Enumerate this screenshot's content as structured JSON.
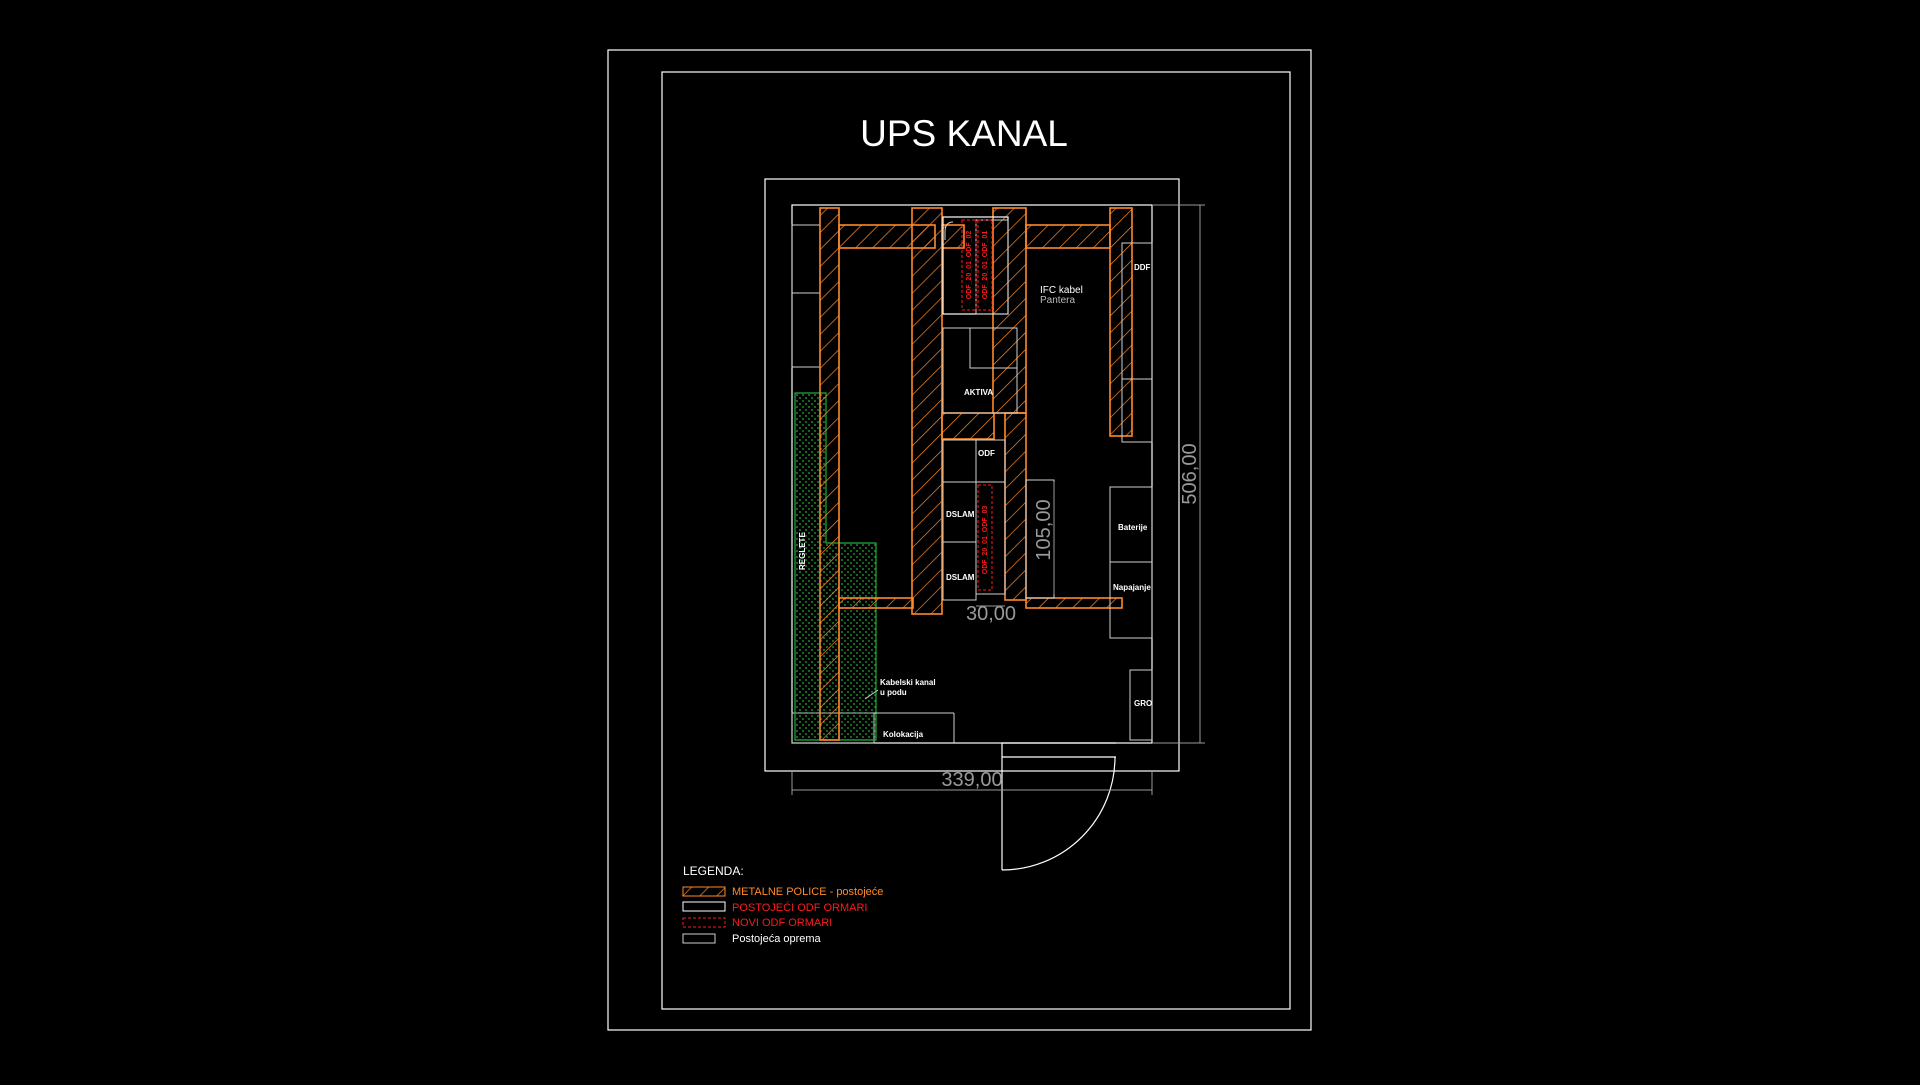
{
  "drawing": {
    "title": "UPS KANAL",
    "labels": {
      "ddf": "DDF",
      "ifc_kabel": "IFC kabel",
      "pantera": "Pantera",
      "aktiva": "AKTIVA",
      "odf": "ODF",
      "dslam_1": "DSLAM",
      "dslam_2": "DSLAM",
      "baterije": "Baterije",
      "napajanje": "Napajanje",
      "gro": "GRO",
      "regleti": "REGLETE",
      "kabelski_kanal_1": "Kabelski kanal",
      "kabelski_kanal_2": "u podu",
      "kolokacija": "Kolokacija",
      "odf_new_1": "ODF_20_01_ODF_02",
      "odf_new_2": "ODF_20_01_ODF_01",
      "odf_new_3": "ODF_20_01_ODF_03"
    },
    "dimensions": {
      "width_total": "339,00",
      "height_total": "506,00",
      "cabinet_height": "105,00",
      "cabinet_width": "30,00"
    }
  },
  "legend": {
    "title": "LEGENDA:",
    "items": [
      {
        "label": "METALNE POLICE - postojeće",
        "color": "#ff8a2a"
      },
      {
        "label": "POSTOJEĆI ODF ORMARI",
        "color": "#ff1a1a"
      },
      {
        "label": "NOVI ODF ORMARI",
        "color": "#ff1a1a"
      },
      {
        "label": "Postojeća oprema",
        "color": "#ffffff"
      }
    ]
  },
  "colors": {
    "background": "#000000",
    "line": "#ffffff",
    "shelf": "#ff8a2a",
    "new_odf": "#ff1a1a",
    "cable_channel": "#1fae3a",
    "dimension": "#9a9a9a"
  }
}
